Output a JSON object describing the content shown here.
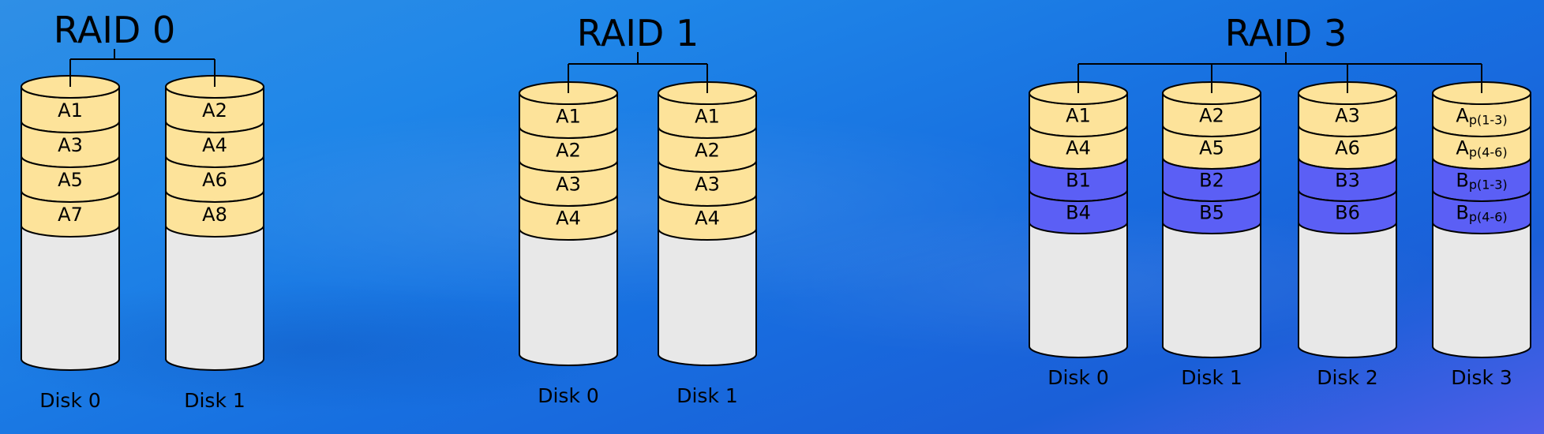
{
  "colors": {
    "data_block": "#fde39a",
    "parity_b_block": "#5b5ff5",
    "empty_disk": "#e8e8e8",
    "stroke": "#000000"
  },
  "diagram": {
    "groups": [
      {
        "title": "RAID 0",
        "disks": [
          {
            "label": "Disk 0",
            "blocks": [
              {
                "text": "A1",
                "color": "data_block"
              },
              {
                "text": "A3",
                "color": "data_block"
              },
              {
                "text": "A5",
                "color": "data_block"
              },
              {
                "text": "A7",
                "color": "data_block"
              }
            ]
          },
          {
            "label": "Disk 1",
            "blocks": [
              {
                "text": "A2",
                "color": "data_block"
              },
              {
                "text": "A4",
                "color": "data_block"
              },
              {
                "text": "A6",
                "color": "data_block"
              },
              {
                "text": "A8",
                "color": "data_block"
              }
            ]
          }
        ]
      },
      {
        "title": "RAID 1",
        "disks": [
          {
            "label": "Disk 0",
            "blocks": [
              {
                "text": "A1",
                "color": "data_block"
              },
              {
                "text": "A2",
                "color": "data_block"
              },
              {
                "text": "A3",
                "color": "data_block"
              },
              {
                "text": "A4",
                "color": "data_block"
              }
            ]
          },
          {
            "label": "Disk 1",
            "blocks": [
              {
                "text": "A1",
                "color": "data_block"
              },
              {
                "text": "A2",
                "color": "data_block"
              },
              {
                "text": "A3",
                "color": "data_block"
              },
              {
                "text": "A4",
                "color": "data_block"
              }
            ]
          }
        ]
      },
      {
        "title": "RAID 3",
        "disks": [
          {
            "label": "Disk 0",
            "blocks": [
              {
                "text": "A1",
                "color": "data_block"
              },
              {
                "text": "A4",
                "color": "data_block"
              },
              {
                "text": "B1",
                "color": "parity_b_block"
              },
              {
                "text": "B4",
                "color": "parity_b_block"
              }
            ]
          },
          {
            "label": "Disk 1",
            "blocks": [
              {
                "text": "A2",
                "color": "data_block"
              },
              {
                "text": "A5",
                "color": "data_block"
              },
              {
                "text": "B2",
                "color": "parity_b_block"
              },
              {
                "text": "B5",
                "color": "parity_b_block"
              }
            ]
          },
          {
            "label": "Disk 2",
            "blocks": [
              {
                "text": "A3",
                "color": "data_block"
              },
              {
                "text": "A6",
                "color": "data_block"
              },
              {
                "text": "B3",
                "color": "parity_b_block"
              },
              {
                "text": "B6",
                "color": "parity_b_block"
              }
            ]
          },
          {
            "label": "Disk 3",
            "blocks": [
              {
                "text": "A",
                "sub": "p(1-3)",
                "color": "data_block"
              },
              {
                "text": "A",
                "sub": "p(4-6)",
                "color": "data_block"
              },
              {
                "text": "B",
                "sub": "p(1-3)",
                "color": "parity_b_block"
              },
              {
                "text": "B",
                "sub": "p(4-6)",
                "color": "parity_b_block"
              }
            ]
          }
        ]
      }
    ]
  }
}
